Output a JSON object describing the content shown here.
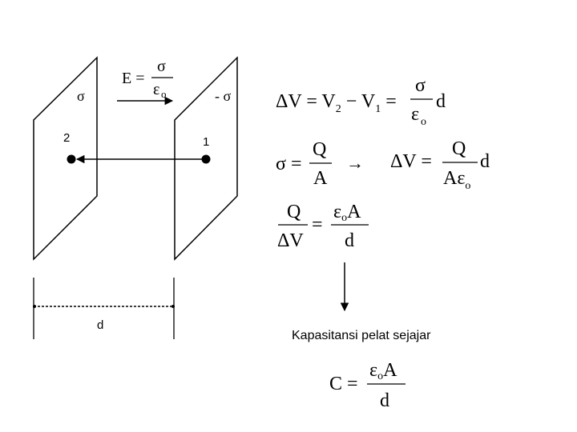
{
  "diagram": {
    "plate_left": {
      "charge_symbol": "σ",
      "point_label": "2"
    },
    "plate_right": {
      "charge_symbol": "- σ",
      "point_label": "1"
    },
    "field_label": {
      "lhs": "E =",
      "numerator": "σ",
      "denominator": "ε",
      "denominator_sub": "o"
    },
    "distance_label": "d"
  },
  "equations": {
    "eq1": {
      "lhs": "ΔV = V",
      "sub2": "2",
      "minus": " − V",
      "sub1": "1",
      "equals": " =",
      "numerator": "σ",
      "denominator": "ε",
      "denominator_sub": "o",
      "tail": "d"
    },
    "eq2": {
      "sigma_lhs": "σ =",
      "numerator": "Q",
      "denominator": "A",
      "arrow": "→",
      "dv_lhs": "ΔV =",
      "dv_numerator": "Q",
      "dv_denominator": "Aε",
      "dv_denominator_sub": "o",
      "dv_tail": "d"
    },
    "eq3": {
      "left_numerator": "Q",
      "left_denominator": "ΔV",
      "equals": "=",
      "right_numerator_eps": "ε",
      "right_numerator_sub": "o",
      "right_numerator_a": "A",
      "right_denominator": "d"
    },
    "caption": "Kapasitansi pelat sejajar",
    "result": {
      "lhs": "C =",
      "numerator_eps": "ε",
      "numerator_sub": "o",
      "numerator_a": "A",
      "denominator": "d"
    }
  }
}
